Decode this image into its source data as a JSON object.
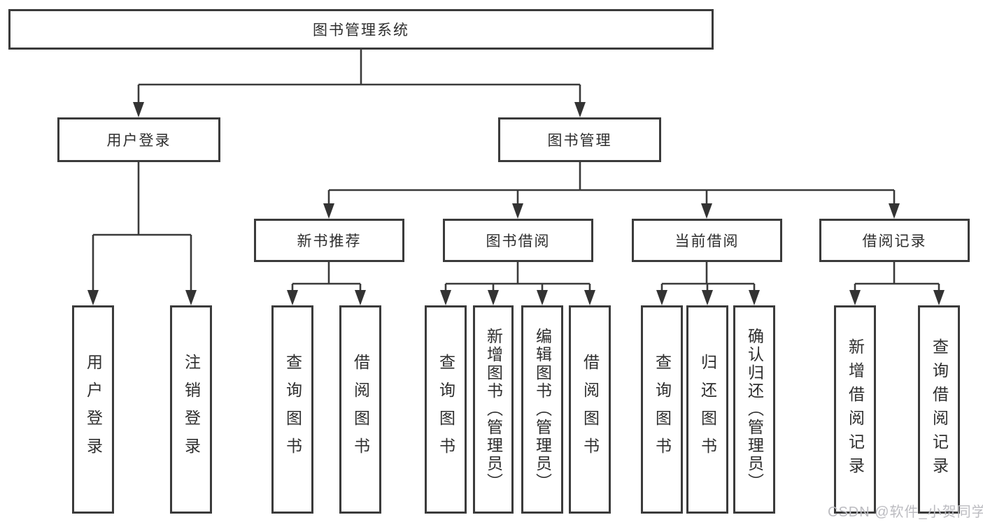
{
  "diagram": {
    "root": {
      "label": "图书管理系统"
    },
    "level2": [
      {
        "label": "用户登录"
      },
      {
        "label": "图书管理"
      }
    ],
    "level3": [
      {
        "label": "新书推荐"
      },
      {
        "label": "图书借阅"
      },
      {
        "label": "当前借阅"
      },
      {
        "label": "借阅记录"
      }
    ],
    "leaves": [
      {
        "label": "用户登录"
      },
      {
        "label": "注销登录"
      },
      {
        "label": "查询图书"
      },
      {
        "label": "借阅图书"
      },
      {
        "label": "查询图书"
      },
      {
        "label": "新增图书（管理员）"
      },
      {
        "label": "编辑图书（管理员）"
      },
      {
        "label": "借阅图书"
      },
      {
        "label": "查询图书"
      },
      {
        "label": "归还图书"
      },
      {
        "label": "确认归还（管理员）"
      },
      {
        "label": "新增借阅记录"
      },
      {
        "label": "查询借阅记录"
      }
    ],
    "watermark": "CSDN @软件_小贺同学",
    "colors": {
      "line": "#3a3a3a",
      "border": "#3b3b3b",
      "text": "#2e2e2e",
      "background": "#ffffff",
      "watermark": "#bcbcc1"
    }
  }
}
